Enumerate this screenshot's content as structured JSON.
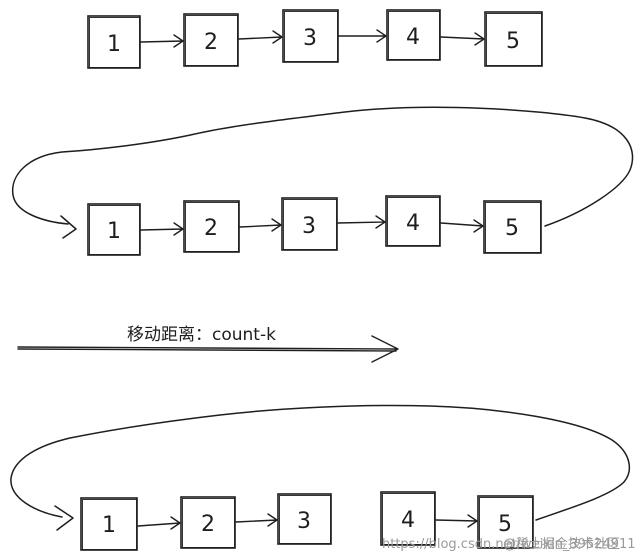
{
  "row1": [
    "1",
    "2",
    "3",
    "4",
    "5"
  ],
  "row2": [
    "1",
    "2",
    "3",
    "4",
    "5"
  ],
  "row3": [
    "1",
    "2",
    "3",
    "4",
    "5"
  ],
  "move_label": "移动距离：count-k",
  "watermark": {
    "url": "https://blog.csdn.net/weixin_39524911",
    "brand": "@稀土掘金技术社区"
  }
}
